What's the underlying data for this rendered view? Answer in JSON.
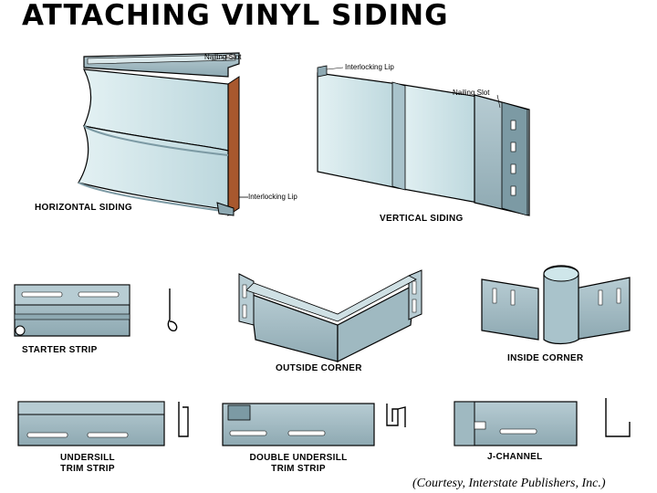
{
  "title": "ATTACHING VINYL SIDING",
  "panels": {
    "horizontal": {
      "label": "HORIZONTAL SIDING",
      "callouts": {
        "nailing_slot": "Nailing Slot",
        "interlocking_lip": "Interlocking Lip"
      }
    },
    "vertical": {
      "label": "VERTICAL SIDING",
      "callouts": {
        "interlocking_lip": "Interlocking Lip",
        "nailing_slot": "Nailing Slot"
      }
    },
    "starter_strip": {
      "label": "STARTER STRIP"
    },
    "outside_corner": {
      "label": "OUTSIDE CORNER"
    },
    "inside_corner": {
      "label": "INSIDE CORNER"
    },
    "undersill": {
      "label_line1": "UNDERSILL",
      "label_line2": "TRIM STRIP"
    },
    "double_undersill": {
      "label_line1": "DOUBLE UNDERSILL",
      "label_line2": "TRIM STRIP"
    },
    "j_channel": {
      "label": "J-CHANNEL"
    }
  },
  "credit": "(Courtesy, Interstate Publishers, Inc.)",
  "colors": {
    "vinyl_light": "#cfe6ea",
    "vinyl_mid": "#a9c3cb",
    "vinyl_dark": "#7c9aa4",
    "wood": "#a8582e",
    "outline": "#000000"
  }
}
